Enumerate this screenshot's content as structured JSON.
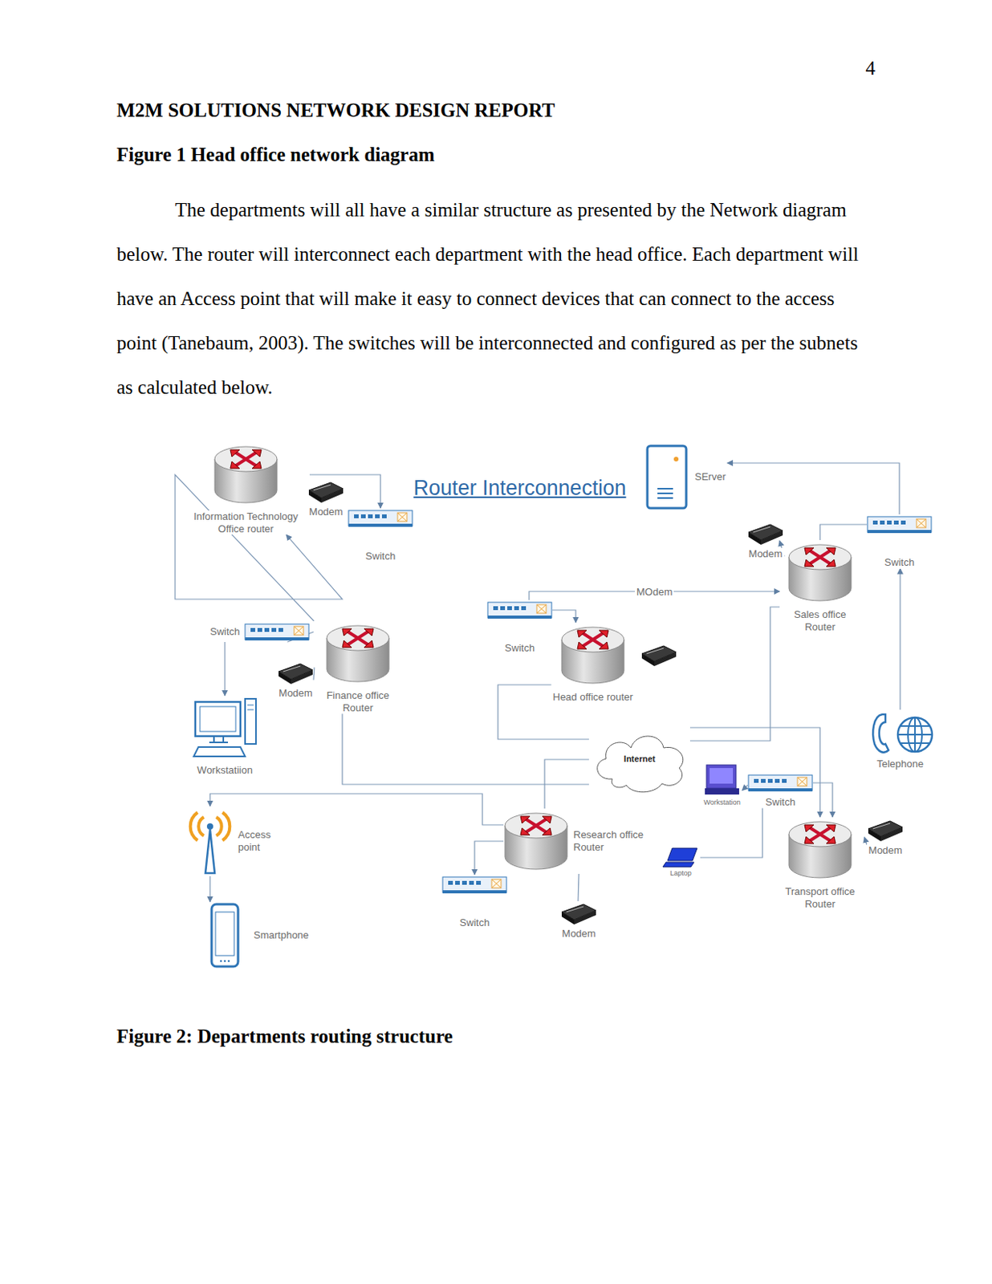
{
  "diagram": {
    "title": "Router Interconnection",
    "caption": "Figure 2: Departments routing structure",
    "nodes": [
      {
        "text": [
          "Information Technology Office router"
        ]
      },
      {
        "text": [
          "Modem"
        ]
      },
      {
        "text": [
          "Switch"
        ]
      },
      {
        "text": [
          "SErver"
        ]
      },
      {
        "text": [
          "Modem"
        ]
      },
      {
        "text": [
          "Sales office Router"
        ]
      },
      {
        "text": [
          "Switch"
        ]
      },
      {
        "text": [
          "Switch"
        ]
      },
      {
        "text": [
          "Head office router"
        ]
      },
      {
        "text": [
          "Switch"
        ]
      },
      {
        "text": [
          "Modem"
        ]
      },
      {
        "text": [
          "Finance office Router"
        ]
      },
      {
        "text": [
          "Workstatiion"
        ]
      },
      {
        "text": [
          "Internet"
        ]
      },
      {
        "text": [
          "Telephone"
        ]
      },
      {
        "text": [
          "Workstation"
        ]
      },
      {
        "text": [
          "Switch"
        ]
      },
      {
        "text": [
          "Modem"
        ]
      },
      {
        "text": [
          "Transport office Router"
        ]
      },
      {
        "text": [
          "Laptop"
        ]
      },
      {
        "text": [
          "Access point"
        ]
      },
      {
        "text": [
          "Smartphone"
        ]
      },
      {
        "text": [
          "Switch"
        ]
      },
      {
        "text": [
          "Research office Router"
        ]
      },
      {
        "text": [
          "Modem"
        ]
      }
    ],
    "edges": [
      {
        "from": 0,
        "to": 2,
        "arrow": "to"
      },
      {
        "from": 11,
        "to": 0,
        "arrow": "to"
      },
      {
        "from": 6,
        "to": 3,
        "arrow": "to"
      },
      {
        "from": 14,
        "to": 6,
        "arrow": "to"
      },
      {
        "from": 5,
        "to": 6,
        "arrow": "none"
      },
      {
        "from": 4,
        "to": 5,
        "arrow": "to"
      },
      {
        "from": 7,
        "to": 5,
        "arrow": "to",
        "label": "MOdem"
      },
      {
        "from": 7,
        "to": 8,
        "arrow": "to"
      },
      {
        "from": 8,
        "to": 13,
        "arrow": "none"
      },
      {
        "from": 11,
        "to": 13,
        "arrow": "none"
      },
      {
        "from": 5,
        "to": 13,
        "arrow": "none"
      },
      {
        "from": 13,
        "to": 18,
        "arrow": "to"
      },
      {
        "from": 9,
        "to": 12,
        "arrow": "to"
      },
      {
        "from": 11,
        "to": 9,
        "arrow": "none"
      },
      {
        "from": 10,
        "to": 11,
        "arrow": "none"
      },
      {
        "from": 13,
        "to": 23,
        "arrow": "none"
      },
      {
        "from": 23,
        "to": 20,
        "arrow": "to"
      },
      {
        "from": 23,
        "to": 22,
        "arrow": "to"
      },
      {
        "from": 20,
        "to": 21,
        "arrow": "to"
      },
      {
        "from": 16,
        "to": 18,
        "arrow": "to"
      },
      {
        "from": 16,
        "to": 15,
        "arrow": "to"
      },
      {
        "from": 19,
        "to": 16,
        "arrow": "none"
      },
      {
        "from": 17,
        "to": 18,
        "arrow": "to"
      },
      {
        "from": 24,
        "to": 23,
        "arrow": "none"
      }
    ],
    "labels": [
      "4",
      "M2M SOLUTIONS NETWORK DESIGN REPORT",
      "Figure 1 Head office network diagram",
      "The departments will all have a similar structure as presented by the Network diagram below. The router will interconnect each department with the head office. Each department will have an Access point that will make it easy to connect devices that can connect to the access point (Tanebaum, 2003). The switches will be interconnected and configured as per the subnets as calculated below."
    ]
  }
}
